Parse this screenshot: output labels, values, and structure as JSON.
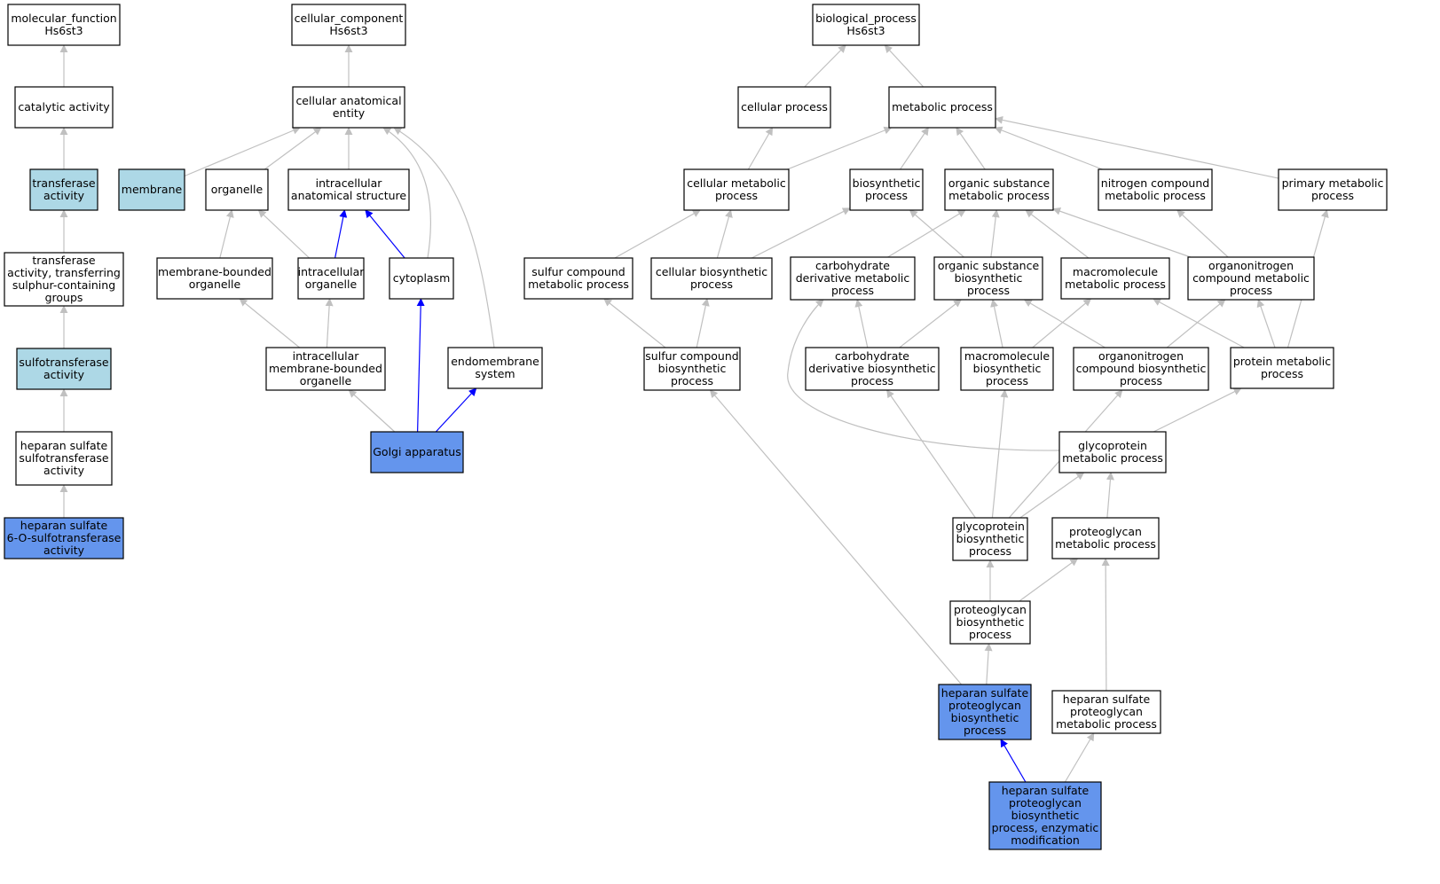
{
  "colors": {
    "white": "#ffffff",
    "light": "#add8e6",
    "blue": "#6495ed",
    "edge_gray": "#c0c0c0",
    "edge_blue": "#0000ff"
  },
  "nodes": {
    "mf_root": {
      "lines": [
        "molecular_function",
        "Hs6st3"
      ],
      "fill": "white"
    },
    "cc_root": {
      "lines": [
        "cellular_component",
        "Hs6st3"
      ],
      "fill": "white"
    },
    "bp_root": {
      "lines": [
        "biological_process",
        "Hs6st3"
      ],
      "fill": "white"
    },
    "catalytic": {
      "lines": [
        "catalytic activity"
      ],
      "fill": "white"
    },
    "transferase": {
      "lines": [
        "transferase",
        "activity"
      ],
      "fill": "light"
    },
    "transferase_sulphur": {
      "lines": [
        "transferase",
        "activity, transferring",
        "sulphur-containing",
        "groups"
      ],
      "fill": "white"
    },
    "sulfotransferase": {
      "lines": [
        "sulfotransferase",
        "activity"
      ],
      "fill": "light"
    },
    "hs_sulfotransferase": {
      "lines": [
        "heparan sulfate",
        "sulfotransferase",
        "activity"
      ],
      "fill": "white"
    },
    "hs_6o": {
      "lines": [
        "heparan sulfate",
        "6-O-sulfotransferase",
        "activity"
      ],
      "fill": "blue"
    },
    "cae": {
      "lines": [
        "cellular anatomical",
        "entity"
      ],
      "fill": "white"
    },
    "membrane": {
      "lines": [
        "membrane"
      ],
      "fill": "light"
    },
    "organelle": {
      "lines": [
        "organelle"
      ],
      "fill": "white"
    },
    "ias": {
      "lines": [
        "intracellular",
        "anatomical structure"
      ],
      "fill": "white"
    },
    "mbo": {
      "lines": [
        "membrane-bounded",
        "organelle"
      ],
      "fill": "white"
    },
    "io": {
      "lines": [
        "intracellular",
        "organelle"
      ],
      "fill": "white"
    },
    "cytoplasm": {
      "lines": [
        "cytoplasm"
      ],
      "fill": "white"
    },
    "imbo": {
      "lines": [
        "intracellular",
        "membrane-bounded",
        "organelle"
      ],
      "fill": "white"
    },
    "endomembrane": {
      "lines": [
        "endomembrane",
        "system"
      ],
      "fill": "white"
    },
    "golgi": {
      "lines": [
        "Golgi apparatus"
      ],
      "fill": "blue"
    },
    "cellular_process": {
      "lines": [
        "cellular process"
      ],
      "fill": "white"
    },
    "metabolic_process": {
      "lines": [
        "metabolic process"
      ],
      "fill": "white"
    },
    "cmp": {
      "lines": [
        "cellular metabolic",
        "process"
      ],
      "fill": "white"
    },
    "biosynthetic": {
      "lines": [
        "biosynthetic",
        "process"
      ],
      "fill": "white"
    },
    "osmp": {
      "lines": [
        "organic substance",
        "metabolic process"
      ],
      "fill": "white"
    },
    "ncmp": {
      "lines": [
        "nitrogen compound",
        "metabolic process"
      ],
      "fill": "white"
    },
    "pmp": {
      "lines": [
        "primary metabolic",
        "process"
      ],
      "fill": "white"
    },
    "scmp": {
      "lines": [
        "sulfur compound",
        "metabolic process"
      ],
      "fill": "white"
    },
    "cbp": {
      "lines": [
        "cellular biosynthetic",
        "process"
      ],
      "fill": "white"
    },
    "cdmp": {
      "lines": [
        "carbohydrate",
        "derivative metabolic",
        "process"
      ],
      "fill": "white"
    },
    "osbp": {
      "lines": [
        "organic substance",
        "biosynthetic",
        "process"
      ],
      "fill": "white"
    },
    "macromp": {
      "lines": [
        "macromolecule",
        "metabolic process"
      ],
      "fill": "white"
    },
    "oncmp": {
      "lines": [
        "organonitrogen",
        "compound metabolic",
        "process"
      ],
      "fill": "white"
    },
    "scbp": {
      "lines": [
        "sulfur compound",
        "biosynthetic",
        "process"
      ],
      "fill": "white"
    },
    "cdbp": {
      "lines": [
        "carbohydrate",
        "derivative biosynthetic",
        "process"
      ],
      "fill": "white"
    },
    "macrobp": {
      "lines": [
        "macromolecule",
        "biosynthetic",
        "process"
      ],
      "fill": "white"
    },
    "oncbp": {
      "lines": [
        "organonitrogen",
        "compound biosynthetic",
        "process"
      ],
      "fill": "white"
    },
    "protmp": {
      "lines": [
        "protein metabolic",
        "process"
      ],
      "fill": "white"
    },
    "glycomp": {
      "lines": [
        "glycoprotein",
        "metabolic process"
      ],
      "fill": "white"
    },
    "glycobp": {
      "lines": [
        "glycoprotein",
        "biosynthetic",
        "process"
      ],
      "fill": "white"
    },
    "pgmp": {
      "lines": [
        "proteoglycan",
        "metabolic process"
      ],
      "fill": "white"
    },
    "pgbp": {
      "lines": [
        "proteoglycan",
        "biosynthetic",
        "process"
      ],
      "fill": "white"
    },
    "hspgbp": {
      "lines": [
        "heparan sulfate",
        "proteoglycan",
        "biosynthetic",
        "process"
      ],
      "fill": "blue"
    },
    "hspgmp": {
      "lines": [
        "heparan sulfate",
        "proteoglycan",
        "metabolic process"
      ],
      "fill": "white"
    },
    "hspgbp_enz": {
      "lines": [
        "heparan sulfate",
        "proteoglycan",
        "biosynthetic",
        "process, enzymatic",
        "modification"
      ],
      "fill": "blue"
    }
  },
  "edges": [
    {
      "from": "catalytic",
      "to": "mf_root",
      "color": "gray"
    },
    {
      "from": "transferase",
      "to": "catalytic",
      "color": "gray"
    },
    {
      "from": "transferase_sulphur",
      "to": "transferase",
      "color": "gray"
    },
    {
      "from": "sulfotransferase",
      "to": "transferase_sulphur",
      "color": "gray"
    },
    {
      "from": "hs_sulfotransferase",
      "to": "sulfotransferase",
      "color": "gray"
    },
    {
      "from": "hs_6o",
      "to": "hs_sulfotransferase",
      "color": "gray"
    },
    {
      "from": "cae",
      "to": "cc_root",
      "color": "gray"
    },
    {
      "from": "membrane",
      "to": "cae",
      "color": "gray"
    },
    {
      "from": "organelle",
      "to": "cae",
      "color": "gray"
    },
    {
      "from": "ias",
      "to": "cae",
      "color": "gray"
    },
    {
      "from": "cytoplasm",
      "to": "cae",
      "color": "gray"
    },
    {
      "from": "endomembrane",
      "to": "cae",
      "color": "gray"
    },
    {
      "from": "mbo",
      "to": "organelle",
      "color": "gray"
    },
    {
      "from": "io",
      "to": "organelle",
      "color": "gray"
    },
    {
      "from": "io",
      "to": "ias",
      "color": "blue"
    },
    {
      "from": "cytoplasm",
      "to": "ias",
      "color": "blue"
    },
    {
      "from": "imbo",
      "to": "mbo",
      "color": "gray"
    },
    {
      "from": "imbo",
      "to": "io",
      "color": "gray"
    },
    {
      "from": "golgi",
      "to": "imbo",
      "color": "gray"
    },
    {
      "from": "golgi",
      "to": "cytoplasm",
      "color": "blue"
    },
    {
      "from": "golgi",
      "to": "endomembrane",
      "color": "blue"
    },
    {
      "from": "cellular_process",
      "to": "bp_root",
      "color": "gray"
    },
    {
      "from": "metabolic_process",
      "to": "bp_root",
      "color": "gray"
    },
    {
      "from": "cmp",
      "to": "cellular_process",
      "color": "gray"
    },
    {
      "from": "cmp",
      "to": "metabolic_process",
      "color": "gray"
    },
    {
      "from": "biosynthetic",
      "to": "metabolic_process",
      "color": "gray"
    },
    {
      "from": "osmp",
      "to": "metabolic_process",
      "color": "gray"
    },
    {
      "from": "ncmp",
      "to": "metabolic_process",
      "color": "gray"
    },
    {
      "from": "pmp",
      "to": "metabolic_process",
      "color": "gray"
    },
    {
      "from": "scmp",
      "to": "cmp",
      "color": "gray"
    },
    {
      "from": "cbp",
      "to": "cmp",
      "color": "gray"
    },
    {
      "from": "cbp",
      "to": "biosynthetic",
      "color": "gray"
    },
    {
      "from": "cdmp",
      "to": "osmp",
      "color": "gray"
    },
    {
      "from": "osbp",
      "to": "osmp",
      "color": "gray"
    },
    {
      "from": "osbp",
      "to": "biosynthetic",
      "color": "gray"
    },
    {
      "from": "macromp",
      "to": "osmp",
      "color": "gray"
    },
    {
      "from": "oncmp",
      "to": "osmp",
      "color": "gray"
    },
    {
      "from": "oncmp",
      "to": "ncmp",
      "color": "gray"
    },
    {
      "from": "scbp",
      "to": "scmp",
      "color": "gray"
    },
    {
      "from": "scbp",
      "to": "cbp",
      "color": "gray"
    },
    {
      "from": "cdbp",
      "to": "cdmp",
      "color": "gray"
    },
    {
      "from": "cdbp",
      "to": "osbp",
      "color": "gray"
    },
    {
      "from": "macrobp",
      "to": "osbp",
      "color": "gray"
    },
    {
      "from": "macrobp",
      "to": "macromp",
      "color": "gray"
    },
    {
      "from": "oncbp",
      "to": "osbp",
      "color": "gray"
    },
    {
      "from": "oncbp",
      "to": "oncmp",
      "color": "gray"
    },
    {
      "from": "protmp",
      "to": "macromp",
      "color": "gray"
    },
    {
      "from": "protmp",
      "to": "oncmp",
      "color": "gray"
    },
    {
      "from": "protmp",
      "to": "pmp",
      "color": "gray"
    },
    {
      "from": "glycomp",
      "to": "protmp",
      "color": "gray"
    },
    {
      "from": "glycomp",
      "to": "cdmp",
      "color": "gray"
    },
    {
      "from": "glycobp",
      "to": "glycomp",
      "color": "gray"
    },
    {
      "from": "glycobp",
      "to": "cdbp",
      "color": "gray"
    },
    {
      "from": "glycobp",
      "to": "macrobp",
      "color": "gray"
    },
    {
      "from": "glycobp",
      "to": "oncbp",
      "color": "gray"
    },
    {
      "from": "pgmp",
      "to": "glycomp",
      "color": "gray"
    },
    {
      "from": "pgbp",
      "to": "glycobp",
      "color": "gray"
    },
    {
      "from": "pgbp",
      "to": "pgmp",
      "color": "gray"
    },
    {
      "from": "hspgbp",
      "to": "pgbp",
      "color": "gray"
    },
    {
      "from": "hspgbp",
      "to": "scbp",
      "color": "gray"
    },
    {
      "from": "hspgmp",
      "to": "pgmp",
      "color": "gray"
    },
    {
      "from": "hspgbp_enz",
      "to": "hspgbp",
      "color": "blue"
    },
    {
      "from": "hspgbp_enz",
      "to": "hspgmp",
      "color": "gray"
    }
  ]
}
